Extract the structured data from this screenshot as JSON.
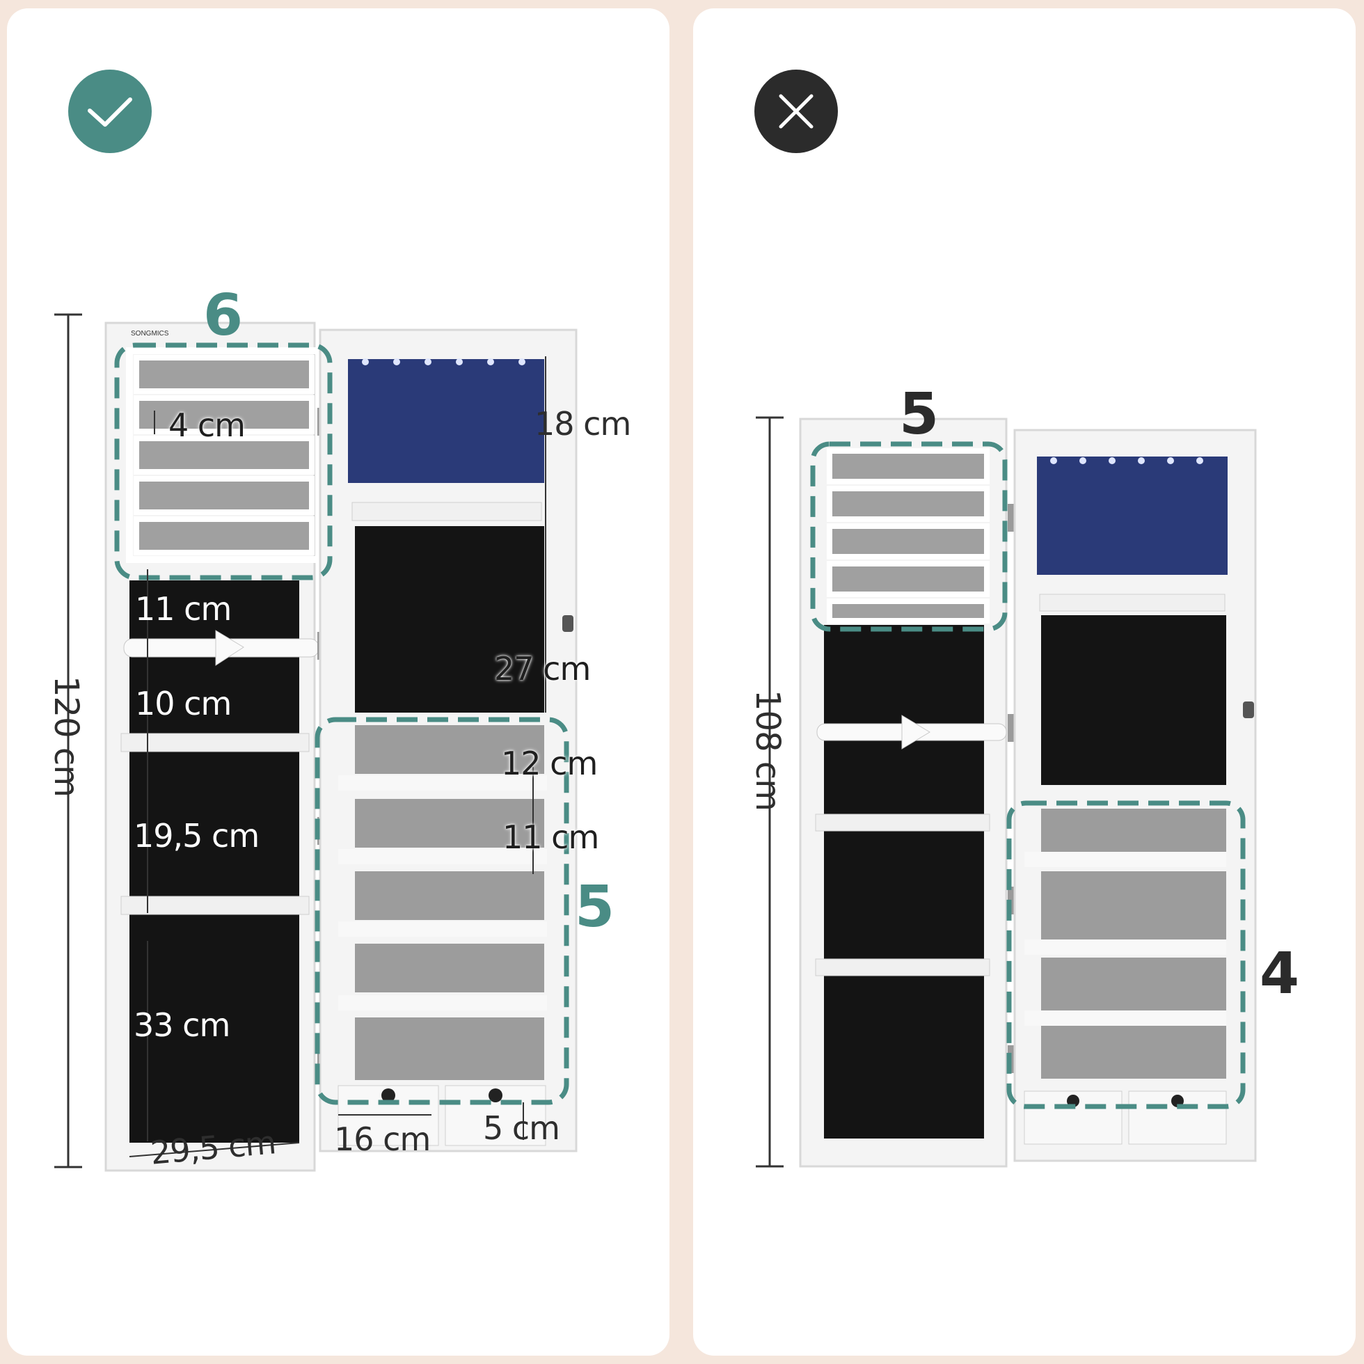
{
  "colors": {
    "teal": "#4a8c85",
    "dark": "#2b2b2b",
    "background": "#f5e6dc"
  },
  "left_panel": {
    "badge_icon": "check-icon",
    "brand": "SONGMICS",
    "height": "120 cm",
    "door_count": "6",
    "cabinet_count": "5",
    "dims": {
      "d4": "4 cm",
      "d11a": "11 cm",
      "d10": "10 cm",
      "d19": "19,5 cm",
      "d33": "33 cm",
      "d29": "29,5 cm",
      "d18": "18 cm",
      "d27": "27 cm",
      "d12": "12 cm",
      "d11b": "11 cm",
      "d16": "16 cm",
      "d5": "5 cm"
    }
  },
  "right_panel": {
    "badge_icon": "close-icon",
    "height": "108 cm",
    "door_count": "5",
    "cabinet_count": "4"
  }
}
